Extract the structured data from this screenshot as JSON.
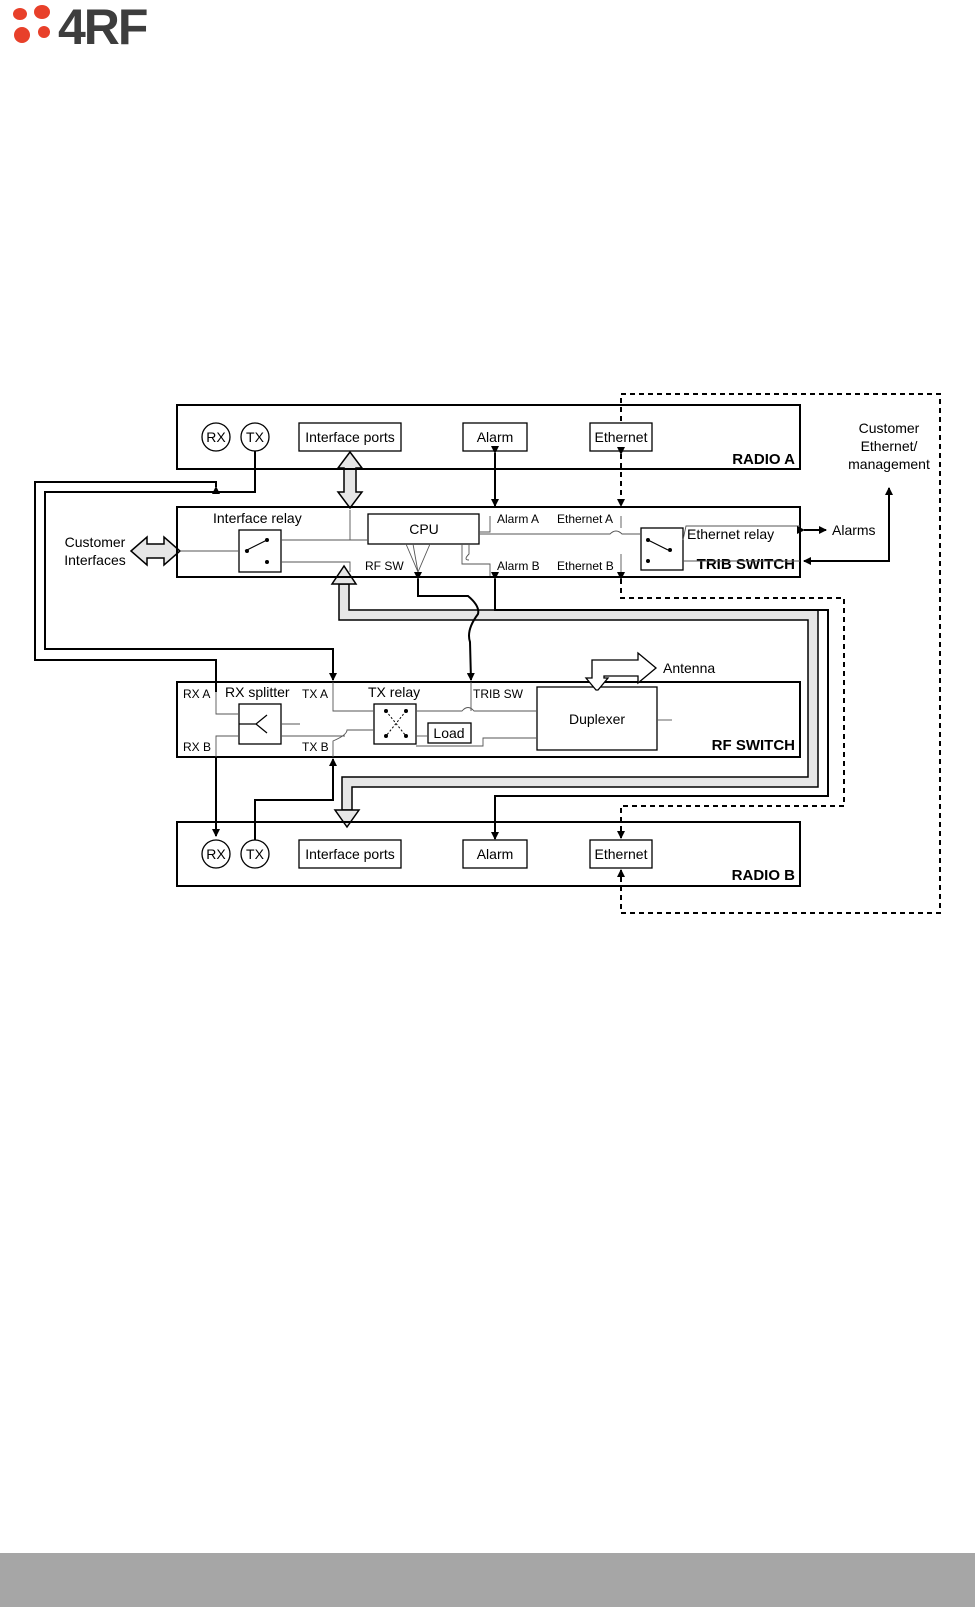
{
  "brand": {
    "logo_text": "4RF",
    "logo_color": "#e8402a",
    "logo_text_color": "#3d3d3d"
  },
  "footer": {
    "color": "#a6a6a6"
  },
  "diagram": {
    "radio_a": {
      "title": "RADIO A",
      "rx": "RX",
      "tx": "TX",
      "interface_ports": "Interface ports",
      "alarm": "Alarm",
      "ethernet": "Ethernet"
    },
    "trib_switch": {
      "title": "TRIB SWITCH",
      "interface_relay": "Interface relay",
      "cpu": "CPU",
      "alarm_a": "Alarm A",
      "ethernet_a": "Ethernet A",
      "ethernet_relay": "Ethernet relay",
      "rf_sw": "RF SW",
      "alarm_b": "Alarm B",
      "ethernet_b": "Ethernet B"
    },
    "rf_switch": {
      "title": "RF SWITCH",
      "rx_a": "RX A",
      "rx_splitter": "RX splitter",
      "tx_a": "TX A",
      "tx_relay": "TX relay",
      "trib_sw": "TRIB SW",
      "duplexer": "Duplexer",
      "load": "Load",
      "rx_b": "RX B",
      "tx_b": "TX B"
    },
    "radio_b": {
      "title": "RADIO B",
      "rx": "RX",
      "tx": "TX",
      "interface_ports": "Interface ports",
      "alarm": "Alarm",
      "ethernet": "Ethernet"
    },
    "external": {
      "customer_interfaces_1": "Customer",
      "customer_interfaces_2": "Interfaces",
      "customer_ethernet_1": "Customer",
      "customer_ethernet_2": "Ethernet/",
      "customer_ethernet_3": "management",
      "alarms": "Alarms",
      "antenna": "Antenna"
    }
  }
}
